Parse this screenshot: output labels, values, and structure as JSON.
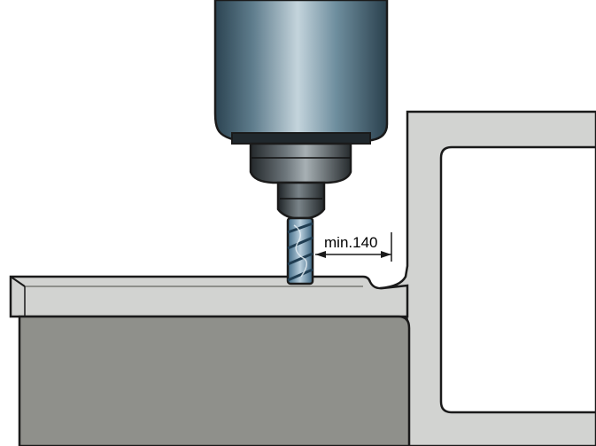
{
  "dimension": {
    "label": "min.140"
  },
  "colors": {
    "frame_fill": "#d2d3d1",
    "body_fill": "#8f908b",
    "outline": "#1a1a1a",
    "spindle_dark": "#2e4756",
    "spindle_light": "#b7c9d3"
  },
  "icons": [
    "machine-spindle",
    "end-mill-cutter"
  ]
}
